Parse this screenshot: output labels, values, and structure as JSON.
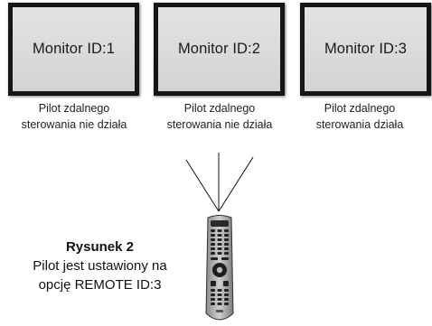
{
  "monitors": [
    {
      "label": "Monitor ID:1",
      "status_line1": "Pilot zdalnego",
      "status_line2": "sterowania nie działa"
    },
    {
      "label": "Monitor ID:2",
      "status_line1": "Pilot zdalnego",
      "status_line2": "sterowania nie działa"
    },
    {
      "label": "Monitor ID:3",
      "status_line1": "Pilot zdalnego",
      "status_line2": "sterowania działa"
    }
  ],
  "caption": {
    "figure": "Rysunek 2",
    "line1": "Pilot jest ustawiony na",
    "line2": "opcję REMOTE ID:3"
  },
  "icons": {
    "remote": "remote-control-icon",
    "signal": "signal-beam-icon"
  }
}
